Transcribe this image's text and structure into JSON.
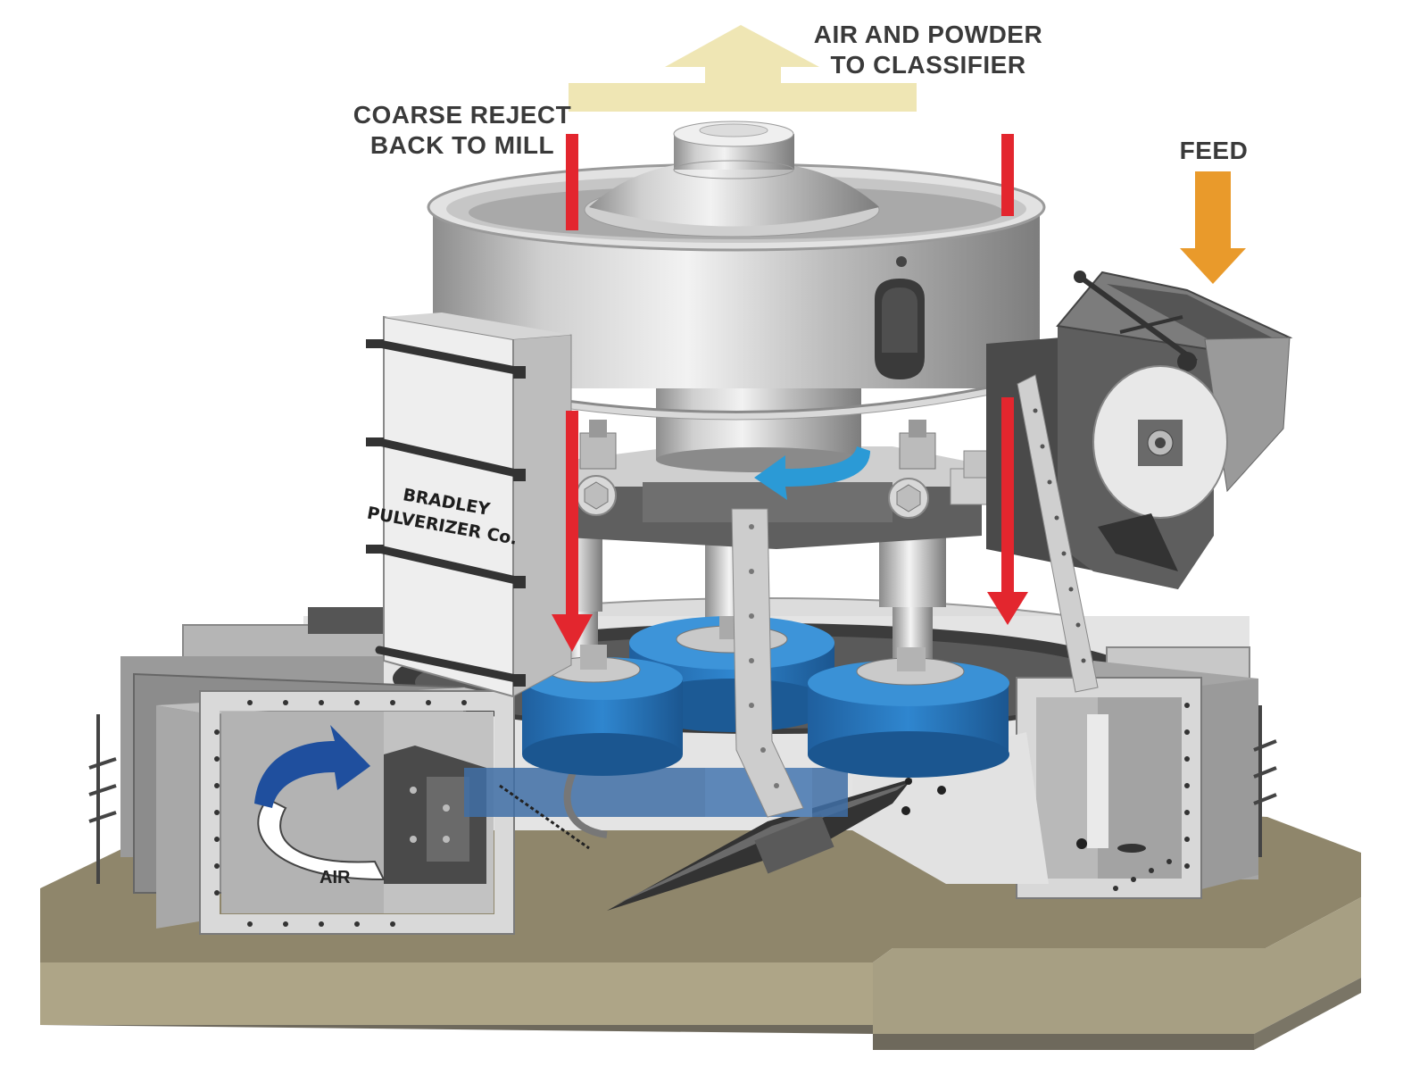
{
  "labels": {
    "air_powder_line1": "AIR AND POWDER",
    "air_powder_line2": "TO CLASSIFIER",
    "coarse_line1": "COARSE REJECT",
    "coarse_line2": "BACK TO MILL",
    "feed": "FEED",
    "air": "AIR"
  },
  "nameplate": {
    "line1": "BRADLEY",
    "line2": "PULVERIZER Co."
  },
  "colors": {
    "outflow_arrow": "#efe6b4",
    "reject_arrow": "#e3262e",
    "feed_arrow": "#e99a2b",
    "rotation_arrow": "#2b9ad6",
    "air_arrow": "#1f4f9e",
    "roller_blue": "#2a78c0",
    "base_top": "#8f866b",
    "base_side": "#6e695c",
    "label_text": "#3a3a3a"
  }
}
